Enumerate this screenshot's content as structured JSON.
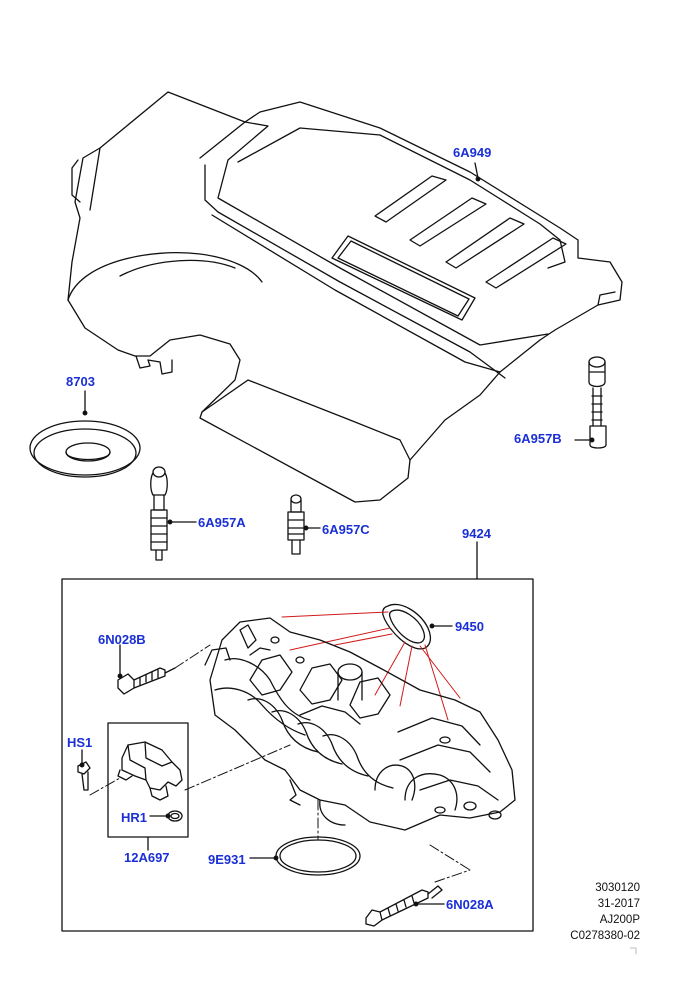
{
  "callouts": {
    "cover": "6A949",
    "washer": "8703",
    "stud_b": "6A957B",
    "stud_a": "6A957A",
    "stud_c": "6A957C",
    "manifold_assy": "9424",
    "gasket": "9450",
    "bolt_b": "6N028B",
    "screw_hs1": "HS1",
    "oring_hr1": "HR1",
    "sensor_kit": "12A697",
    "seal": "9E931",
    "bolt_a": "6N028A"
  },
  "reference": {
    "line1": "3030120",
    "line2": "31-2017",
    "line3": "AJ200P",
    "line4": "C0278380-02"
  },
  "colors": {
    "callout_text": "#1a2fd6",
    "line_art": "#111111",
    "gasket_leaders": "#d11a1a"
  }
}
